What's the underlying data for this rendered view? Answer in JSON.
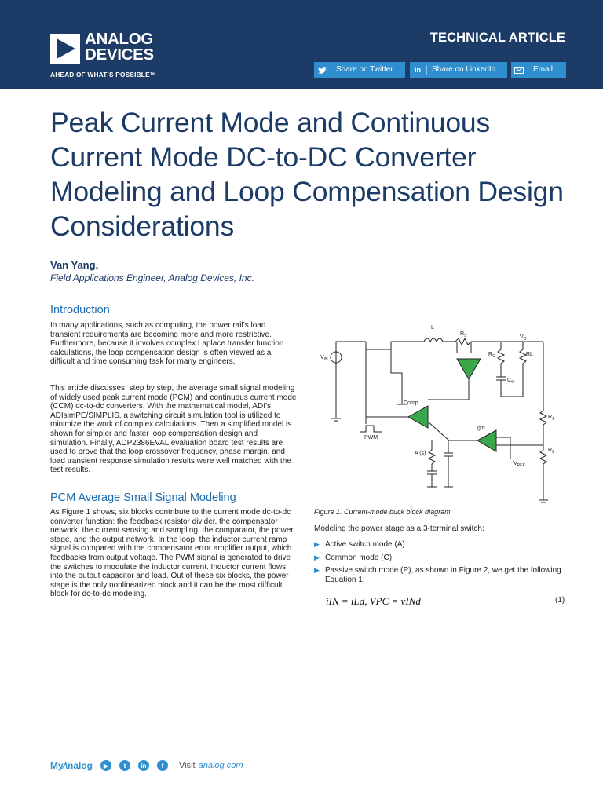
{
  "header": {
    "logo_line1": "ANALOG",
    "logo_line2": "DEVICES",
    "tagline": "AHEAD OF WHAT’S POSSIBLE™",
    "doc_type": "TECHNICAL ARTICLE",
    "share": [
      {
        "label": "Share on Twitter",
        "icon": "twitter-icon"
      },
      {
        "label": "Share on LinkedIn",
        "icon": "linkedin-icon"
      },
      {
        "label": "Email",
        "icon": "email-icon"
      }
    ]
  },
  "title": "Peak Current Mode and Continuous Current Mode DC-to-DC Converter Modeling and Loop Compensation Design Considerations",
  "author": {
    "name": "Van Yang,",
    "affiliation": "Field Applications Engineer, Analog Devices, Inc."
  },
  "sections": {
    "intro_heading": "Introduction",
    "intro_p1": "In many applications, such as computing, the power rail’s load transient requirements are becoming more and more restrictive. Furthermore, because it involves complex Laplace transfer function calculations, the loop compensation design is often viewed as a difficult and time consuming task for many engineers.",
    "intro_p2": "This article discusses, step by step, the average small signal modeling of widely used peak current mode (PCM) and continuous current mode (CCM) dc-to-dc converters. With the mathematical model, ADI’s ADIsimPE/SIMPLIS, a switching circuit simulation tool is utilized to minimize the work of complex calculations. Then a simplified model is shown for simpler and faster loop compensation design and simulation. Finally, ADP2386EVAL evaluation board test results are used to prove that the loop crossover frequency, phase margin, and load transient response simulation results were well matched with the test results.",
    "pcm_heading": "PCM Average Small Signal Modeling",
    "pcm_p1": "As Figure 1 shows, six blocks contribute to the current mode dc-to-dc converter function: the feedback resistor divider, the compensator network, the current sensing and sampling, the comparator, the power stage, and the output network. In the loop, the inductor current ramp signal is compared with the compensator error amplifier output, which feedbacks from output voltage. The PWM signal is generated to drive the switches to modulate the inductor current. Inductor current flows into the output capacitor and load. Out of these six blocks, the power stage is the only nonlinearized block and it can be the most difficult block for dc-to-dc modeling."
  },
  "figure": {
    "caption": "Figure 1. Current-mode buck block diagram.",
    "labels": {
      "vin": "V",
      "vin_sub": "IN",
      "l": "L",
      "rs": "R",
      "rs_sub": "S",
      "vo": "V",
      "vo_sub": "O",
      "rc": "R",
      "rc_sub": "C",
      "rl": "RL",
      "co": "C",
      "co_sub": "O",
      "comp": "Comp",
      "pwm": "PWM",
      "gm": "gm",
      "r1": "R",
      "r1_sub": "1",
      "r2": "R",
      "r2_sub": "2",
      "as": "A (s)",
      "vref": "V",
      "vref_sub": "REF"
    },
    "accent_color": "#3aa84a"
  },
  "right_column": {
    "intro": "Modeling the power stage as a 3-terminal switch:",
    "bullets": [
      "Active switch mode (A)",
      "Common mode (C)",
      "Passive switch mode (P), as shown in Figure 2, we get the following Equation 1:"
    ],
    "equation": "iIN = iLd, VPC = vINd",
    "equation_number": "(1)"
  },
  "footer": {
    "brand": "My∕\\nalog",
    "visit_label": "Visit",
    "visit_link": "analog.com",
    "social": [
      "youtube-icon",
      "twitter-icon",
      "linkedin-icon",
      "facebook-icon"
    ]
  },
  "colors": {
    "header_bg": "#1c3b66",
    "title": "#1c3b66",
    "accent": "#2f8fce"
  }
}
